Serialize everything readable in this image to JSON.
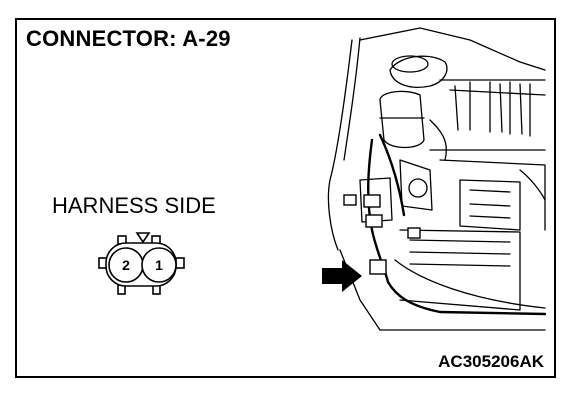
{
  "title": "CONNECTOR: A-29",
  "connector": {
    "label": "HARNESS SIDE",
    "pins": [
      "2",
      "1"
    ]
  },
  "figure_code": "AC305206AK",
  "illustration": {
    "subject": "engine-compartment-harness",
    "pointer": "arrow-icon"
  }
}
